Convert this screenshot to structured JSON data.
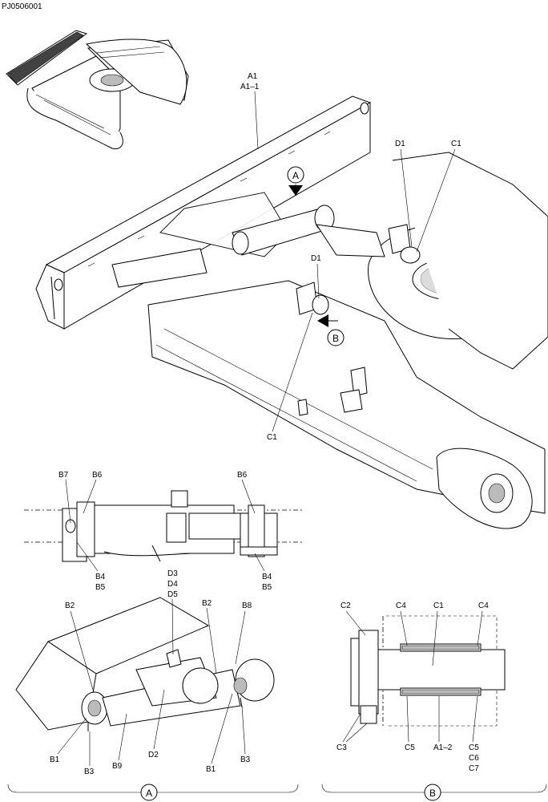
{
  "document_code": "PJ0506001",
  "main_view": {
    "labels": {
      "a1": "A1",
      "a1_1": "A1–1",
      "d1_top": "D1",
      "c1_top": "C1",
      "d1_mid": "D1",
      "c1_bottom": "C1"
    },
    "view_refs": {
      "a": "A",
      "b": "B"
    }
  },
  "top_view": {
    "labels": {
      "b7": "B7",
      "b6_left": "B6",
      "b6_right": "B6",
      "b4_left": "B4",
      "b5_left": "B5",
      "b4_right": "B4",
      "b5_right": "B5"
    }
  },
  "detail_a": {
    "labels": {
      "d3": "D3",
      "d4": "D4",
      "d5": "D5",
      "b2_left": "B2",
      "b2_right": "B2",
      "b8": "B8",
      "b1_left": "B1",
      "b3_left": "B3",
      "b9": "B9",
      "d2": "D2",
      "b1_right": "B1",
      "b3_right": "B3"
    },
    "caption": "A"
  },
  "detail_b": {
    "labels": {
      "c2": "C2",
      "c4_left": "C4",
      "c1": "C1",
      "c4_right": "C4",
      "c3": "C3",
      "c5_left": "C5",
      "a1_2": "A1–2",
      "c5_right": "C5",
      "c6": "C6",
      "c7": "C7"
    },
    "caption": "B"
  }
}
